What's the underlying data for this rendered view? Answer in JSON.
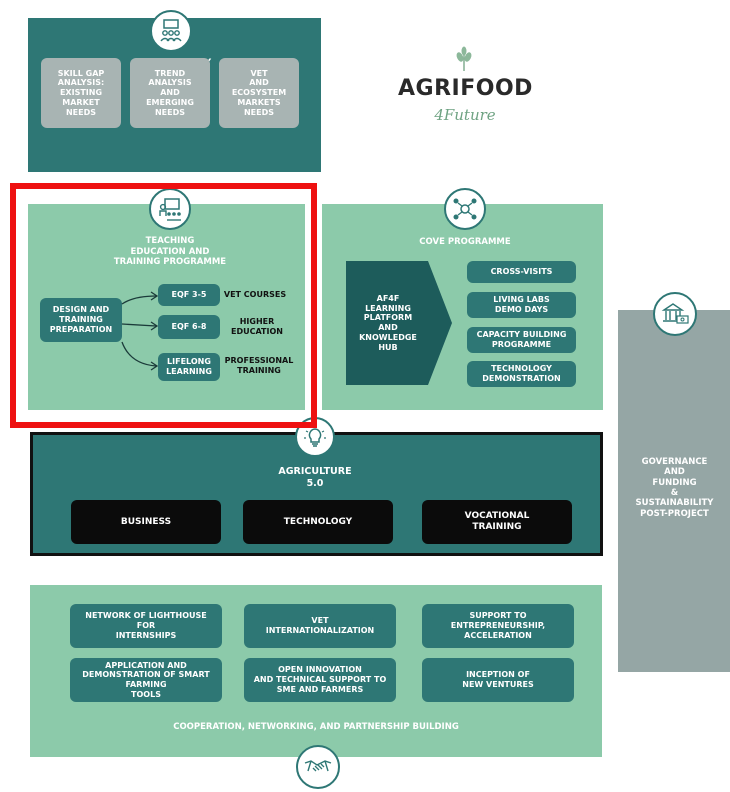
{
  "brand": {
    "name": "AGRIFOOD",
    "tagline": "4Future"
  },
  "preparatory": {
    "title": "PREPARATORY\nACTION",
    "boxes": [
      "SKILL GAP\nANALYSIS:\nEXISTING\nMARKET\nNEEDS",
      "TREND\nANALYSIS\nAND\nEMERGING\nNEEDS",
      "VET\nAND\nECOSYSTEM\nMARKETS\nNEEDS"
    ]
  },
  "teaching": {
    "title": "TEACHING\nEDUCATION AND\nTRAINING PROGRAMME",
    "source": "DESIGN AND\nTRAINING\nPREPARATION",
    "levels": [
      {
        "label": "EQF 3-5",
        "outcome": "VET COURSES"
      },
      {
        "label": "EQF 6-8",
        "outcome": "HIGHER\nEDUCATION"
      },
      {
        "label": "LIFELONG\nLEARNING",
        "outcome": "PROFESSIONAL\nTRAINING"
      }
    ]
  },
  "cove": {
    "title": "COVE PROGRAMME",
    "hub": "AF4F\nLEARNING\nPLATFORM\nAND\nKNOWLEDGE\nHUB",
    "items": [
      "CROSS-VISITS",
      "LIVING LABS\nDEMO DAYS",
      "CAPACITY BUILDING\nPROGRAMME",
      "TECHNOLOGY\nDEMONSTRATION"
    ]
  },
  "agriculture": {
    "title": "AGRICULTURE\n5.0",
    "pillars": [
      "BUSINESS",
      "TECHNOLOGY",
      "VOCATIONAL\nTRAINING"
    ]
  },
  "governance": {
    "text": "GOVERNANCE\nAND\nFUNDING\n&\nSUSTAINABILITY\nPOST-PROJECT"
  },
  "cooperation": {
    "boxes": [
      "NETWORK OF LIGHTHOUSE\nFOR\nINTERNSHIPS",
      "VET\nINTERNATIONALIZATION",
      "SUPPORT TO\nENTREPRENEURSHIP,\nACCELERATION",
      "APPLICATION AND\nDEMONSTRATION OF SMART\nFARMING\nTOOLS",
      "OPEN INNOVATION\nAND TECHNICAL SUPPORT TO\nSME AND FARMERS",
      "INCEPTION OF\nNEW VENTURES"
    ],
    "footer": "COOPERATION, NETWORKING, AND PARTNERSHIP BUILDING"
  },
  "icons": {
    "prep": "team-board-icon",
    "teach": "presentation-icon",
    "cove": "network-people-icon",
    "agri": "lightbulb-icon",
    "gov": "bank-money-icon",
    "coop": "handshake-icon",
    "brand": "wheat-icon"
  },
  "colors": {
    "dark_teal": "#2e7775",
    "light_green": "#8ccaaa",
    "grey_box": "#a8b4b3",
    "gov_grey": "#95a6a5",
    "black": "#0b0b0b",
    "highlight_red": "#ee1111"
  }
}
